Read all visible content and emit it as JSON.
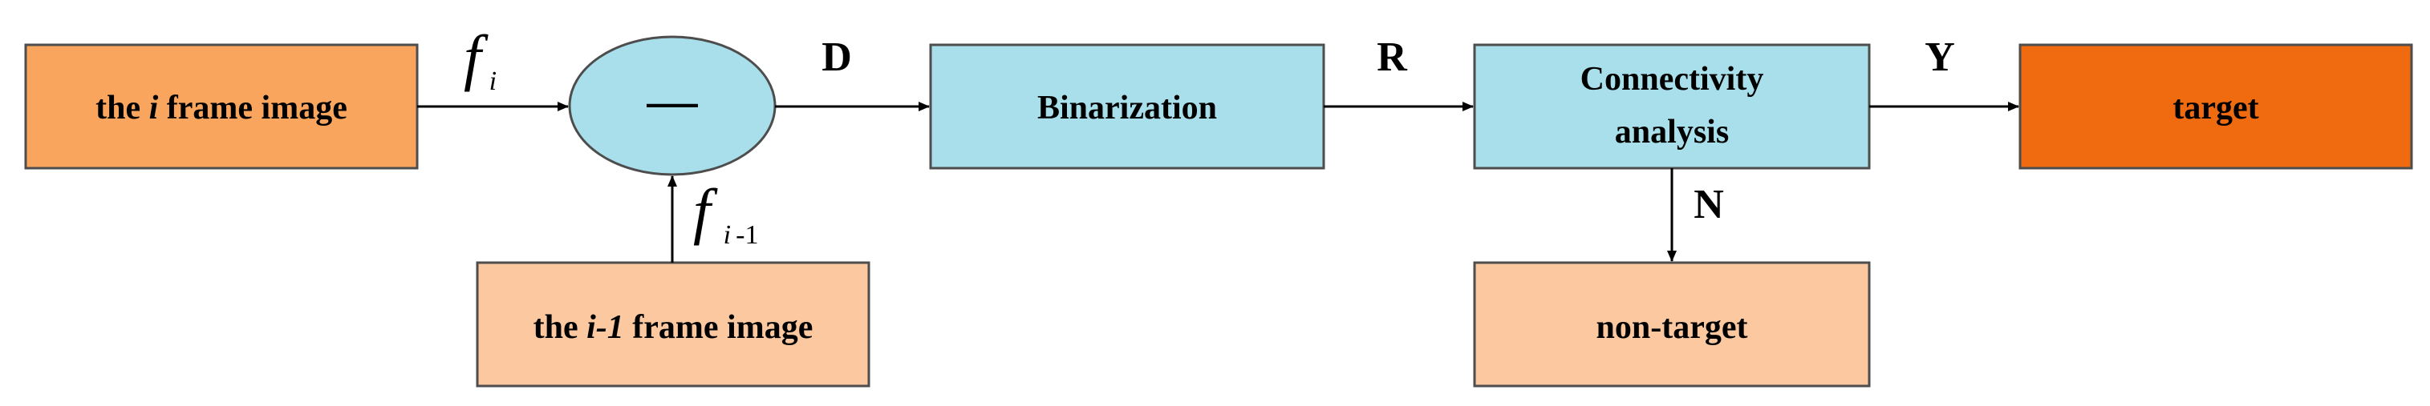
{
  "colors": {
    "frame_i_fill": "#f9a55e",
    "frame_i1_fill": "#fbc8a0",
    "process_fill": "#a8dfeb",
    "target_fill": "#f06a10",
    "non_target_fill": "#fbc8a0",
    "border": "#4d4d4d",
    "line": "#000000"
  },
  "nodes": {
    "frame_i": {
      "prefix": "the ",
      "var": "i",
      "suffix": " frame image"
    },
    "frame_i1": {
      "prefix": "the ",
      "var": "i-1",
      "suffix": " frame image"
    },
    "subtract": {
      "symbol": "—"
    },
    "binarization": {
      "label": "Binarization"
    },
    "connectivity": {
      "line1": "Connectivity",
      "line2": "analysis"
    },
    "target": {
      "label": "target"
    },
    "non_target": {
      "label": "non-target"
    }
  },
  "edges": {
    "fi": {
      "symbol": "f",
      "sub": "i"
    },
    "fi1": {
      "symbol": "f",
      "sub_var": "i",
      "sub_num": "-1"
    },
    "d": {
      "label": "D"
    },
    "r": {
      "label": "R"
    },
    "y": {
      "label": "Y"
    },
    "n": {
      "label": "N"
    }
  }
}
